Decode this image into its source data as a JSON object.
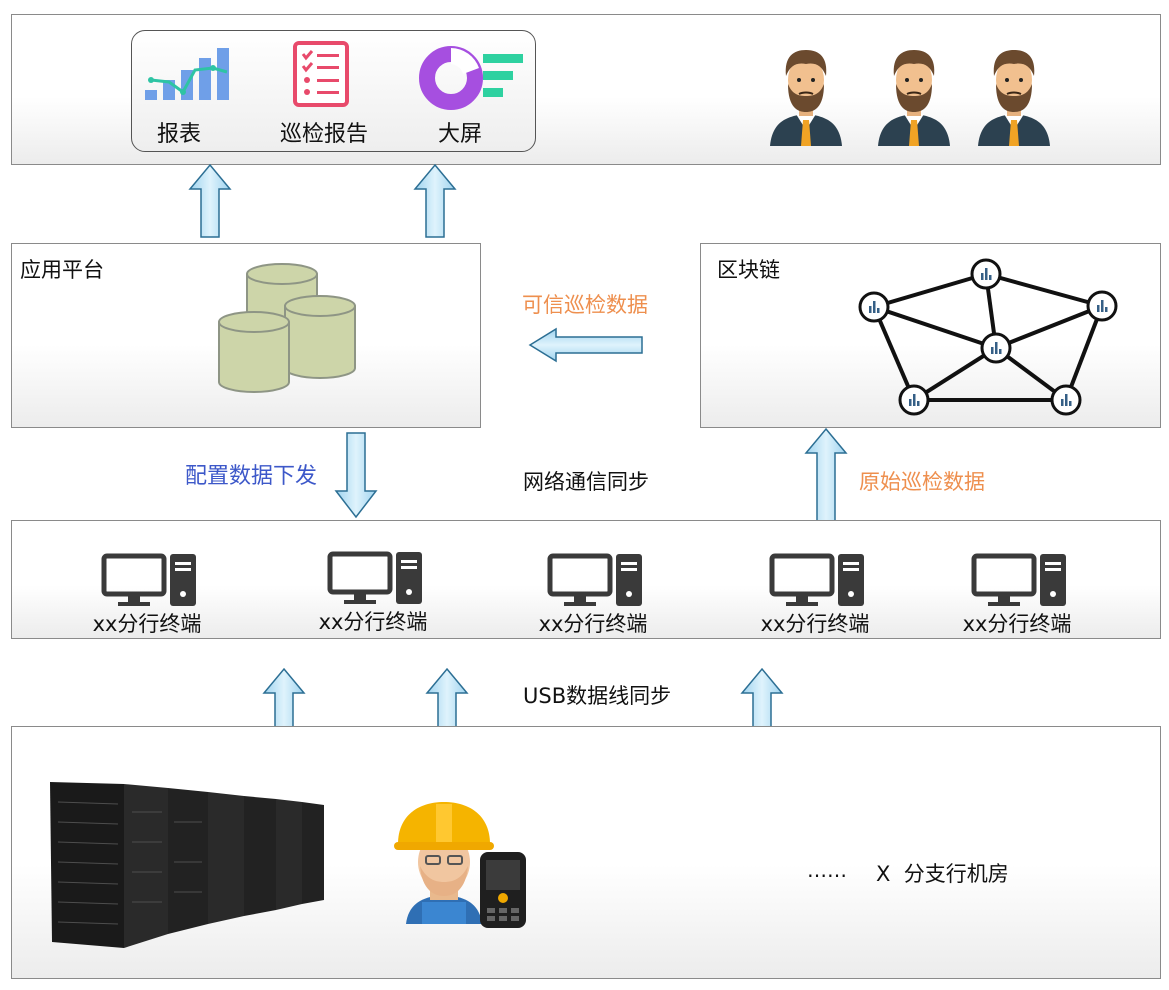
{
  "top": {
    "tools": [
      {
        "label": "报表",
        "icon": "bar-chart-icon"
      },
      {
        "label": "巡检报告",
        "icon": "checklist-report-icon"
      },
      {
        "label": "大屏",
        "icon": "dashboard-screen-icon"
      }
    ],
    "users": [
      "manager-avatar-icon",
      "manager-avatar-icon",
      "manager-avatar-icon"
    ]
  },
  "app_platform": {
    "title": "应用平台",
    "icon": "database-cylinders-icon"
  },
  "blockchain": {
    "title": "区块链",
    "icon": "blockchain-network-icon"
  },
  "flows": {
    "trusted_data": "可信巡检数据",
    "config_down": "配置数据下发",
    "network_sync": "网络通信同步",
    "raw_data": "原始巡检数据",
    "usb_sync": "USB数据线同步"
  },
  "terminals": [
    {
      "label": "xx分行终端"
    },
    {
      "label": "xx分行终端"
    },
    {
      "label": "xx分行终端"
    },
    {
      "label": "xx分行终端"
    },
    {
      "label": "xx分行终端"
    }
  ],
  "machine_room": {
    "ellipsis": "……",
    "label": "X  分支行机房"
  },
  "colors": {
    "arrow_fill": "#a9dcf5",
    "arrow_stroke": "#2c6f94",
    "orange_text": "#ee8f4e",
    "blue_text": "#3d58c9",
    "cylinder": "#cdd5a9"
  }
}
